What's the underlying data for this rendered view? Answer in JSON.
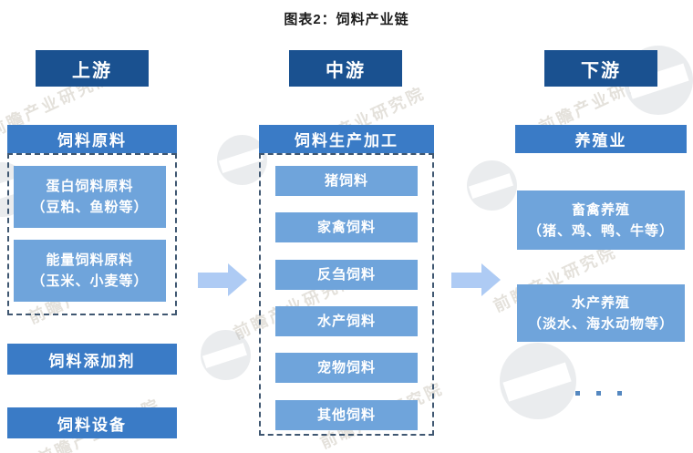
{
  "title": "图表2：饲料产业链",
  "colors": {
    "stage_header_navy": "#1a5190",
    "section_header_blue": "#3a7bc6",
    "item_box_blue": "#6fa4db",
    "arrow_light_blue": "#aecbf4",
    "dashed_border": "#3f5771",
    "dots_blue": "#5588c0"
  },
  "columns": {
    "upstream": {
      "stage_label": "上游",
      "section_header": "饲料原料",
      "items": [
        {
          "line1": "蛋白饲料原料",
          "line2": "（豆粕、鱼粉等）"
        },
        {
          "line1": "能量饲料原料",
          "line2": "（玉米、小麦等）"
        }
      ],
      "extra_bars": [
        "饲料添加剂",
        "饲料设备"
      ]
    },
    "midstream": {
      "stage_label": "中游",
      "section_header": "饲料生产加工",
      "items": [
        "猪饲料",
        "家禽饲料",
        "反刍饲料",
        "水产饲料",
        "宠物饲料",
        "其他饲料"
      ]
    },
    "downstream": {
      "stage_label": "下游",
      "section_header": "养殖业",
      "items": [
        {
          "line1": "畜禽养殖",
          "line2": "（猪、鸡、鸭、牛等）"
        },
        {
          "line1": "水产养殖",
          "line2": "（淡水、海水动物等）"
        }
      ],
      "more_indicator": "· · ·"
    }
  },
  "watermark": {
    "text": "前瞻产业研究院"
  }
}
